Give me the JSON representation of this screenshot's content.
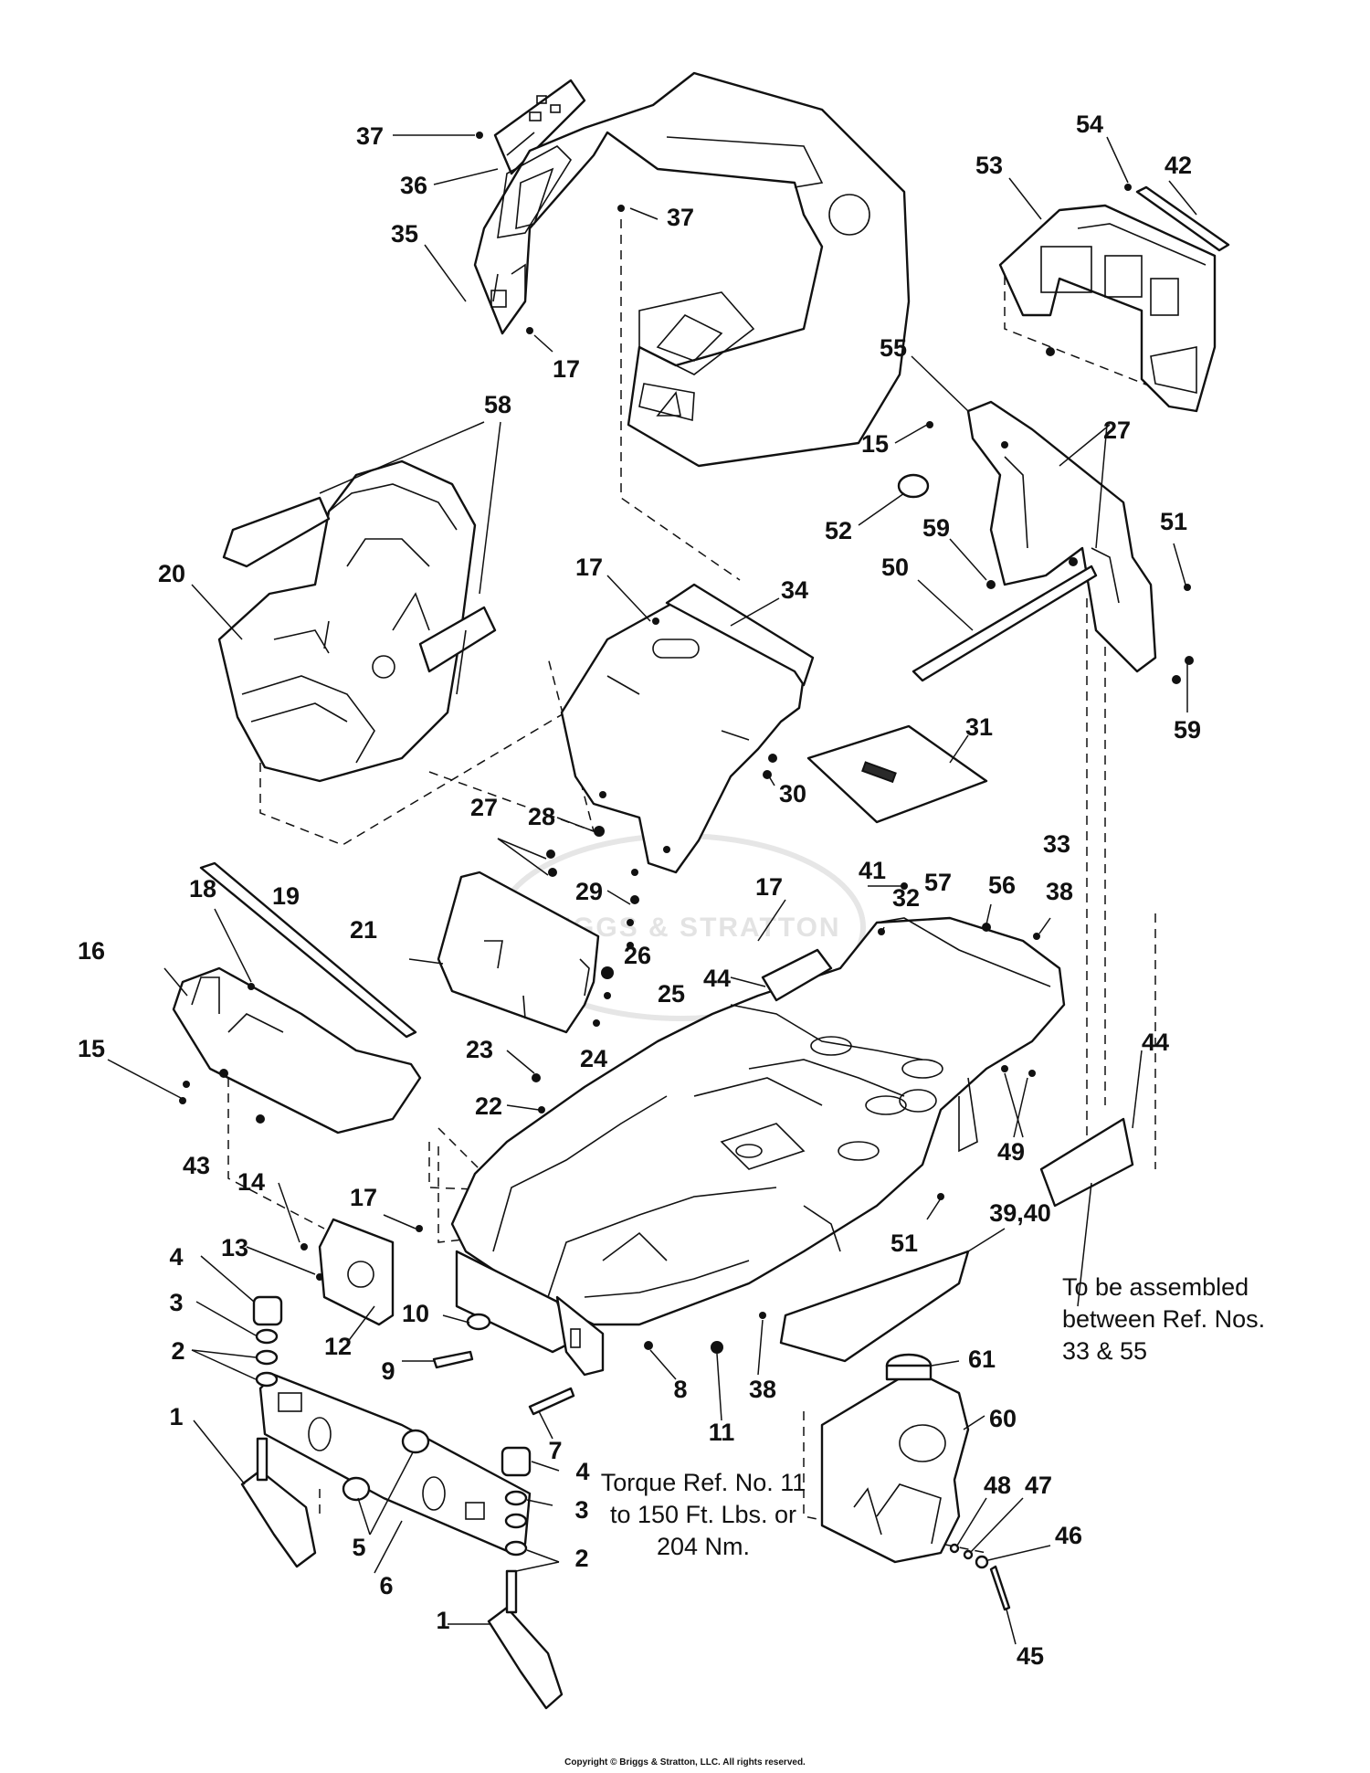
{
  "callouts": [
    {
      "id": "c37a",
      "label": "37"
    },
    {
      "id": "c36",
      "label": "36"
    },
    {
      "id": "c37b",
      "label": "37"
    },
    {
      "id": "c35",
      "label": "35"
    },
    {
      "id": "c17a",
      "label": "17"
    },
    {
      "id": "c58",
      "label": "58"
    },
    {
      "id": "c20",
      "label": "20"
    },
    {
      "id": "c54",
      "label": "54"
    },
    {
      "id": "c53",
      "label": "53"
    },
    {
      "id": "c42",
      "label": "42"
    },
    {
      "id": "c55",
      "label": "55"
    },
    {
      "id": "c27a",
      "label": "27"
    },
    {
      "id": "c15a",
      "label": "15"
    },
    {
      "id": "c52",
      "label": "52"
    },
    {
      "id": "c51a",
      "label": "51"
    },
    {
      "id": "c59a",
      "label": "59"
    },
    {
      "id": "c50",
      "label": "50"
    },
    {
      "id": "c59b",
      "label": "59"
    },
    {
      "id": "c17b",
      "label": "17"
    },
    {
      "id": "c34",
      "label": "34"
    },
    {
      "id": "c31",
      "label": "31"
    },
    {
      "id": "c30",
      "label": "30"
    },
    {
      "id": "c28",
      "label": "28"
    },
    {
      "id": "c27b",
      "label": "27"
    },
    {
      "id": "c29",
      "label": "29"
    },
    {
      "id": "c17c",
      "label": "17"
    },
    {
      "id": "c32",
      "label": "32"
    },
    {
      "id": "c33",
      "label": "33"
    },
    {
      "id": "c56",
      "label": "56"
    },
    {
      "id": "c38a",
      "label": "38"
    },
    {
      "id": "c41",
      "label": "41"
    },
    {
      "id": "c57",
      "label": "57"
    },
    {
      "id": "c19",
      "label": "19"
    },
    {
      "id": "c21",
      "label": "21"
    },
    {
      "id": "c18",
      "label": "18"
    },
    {
      "id": "c16",
      "label": "16"
    },
    {
      "id": "c44a",
      "label": "44"
    },
    {
      "id": "c26",
      "label": "26"
    },
    {
      "id": "c25",
      "label": "25"
    },
    {
      "id": "c24",
      "label": "24"
    },
    {
      "id": "c44b",
      "label": "44"
    },
    {
      "id": "c15b",
      "label": "15"
    },
    {
      "id": "c23",
      "label": "23"
    },
    {
      "id": "c43",
      "label": "43"
    },
    {
      "id": "c22",
      "label": "22"
    },
    {
      "id": "c49",
      "label": "49"
    },
    {
      "id": "c14",
      "label": "14"
    },
    {
      "id": "c17d",
      "label": "17"
    },
    {
      "id": "c39_40",
      "label": "39,40"
    },
    {
      "id": "c51b",
      "label": "51"
    },
    {
      "id": "c4a",
      "label": "4"
    },
    {
      "id": "c13",
      "label": "13"
    },
    {
      "id": "c3a",
      "label": "3"
    },
    {
      "id": "c12",
      "label": "12"
    },
    {
      "id": "c10",
      "label": "10"
    },
    {
      "id": "c2a",
      "label": "2"
    },
    {
      "id": "c9",
      "label": "9"
    },
    {
      "id": "c8",
      "label": "8"
    },
    {
      "id": "c11",
      "label": "11"
    },
    {
      "id": "c38b",
      "label": "38"
    },
    {
      "id": "c61",
      "label": "61"
    },
    {
      "id": "c7",
      "label": "7"
    },
    {
      "id": "c60",
      "label": "60"
    },
    {
      "id": "c1a",
      "label": "1"
    },
    {
      "id": "c4b",
      "label": "4"
    },
    {
      "id": "c3b",
      "label": "3"
    },
    {
      "id": "c48",
      "label": "48"
    },
    {
      "id": "c47",
      "label": "47"
    },
    {
      "id": "c46",
      "label": "46"
    },
    {
      "id": "c5",
      "label": "5"
    },
    {
      "id": "c2b",
      "label": "2"
    },
    {
      "id": "c6",
      "label": "6"
    },
    {
      "id": "c1b",
      "label": "1"
    },
    {
      "id": "c45",
      "label": "45"
    }
  ],
  "notes": {
    "assembly": [
      "To be assembled",
      "between Ref. Nos.",
      "33 & 55"
    ],
    "torque": [
      "Torque Ref. No. 11",
      "to 150 Ft. Lbs. or",
      "204 Nm."
    ]
  },
  "watermark": "BRIGGS & STRATTON",
  "copyright": "Copyright © Briggs & Stratton, LLC. All rights reserved."
}
